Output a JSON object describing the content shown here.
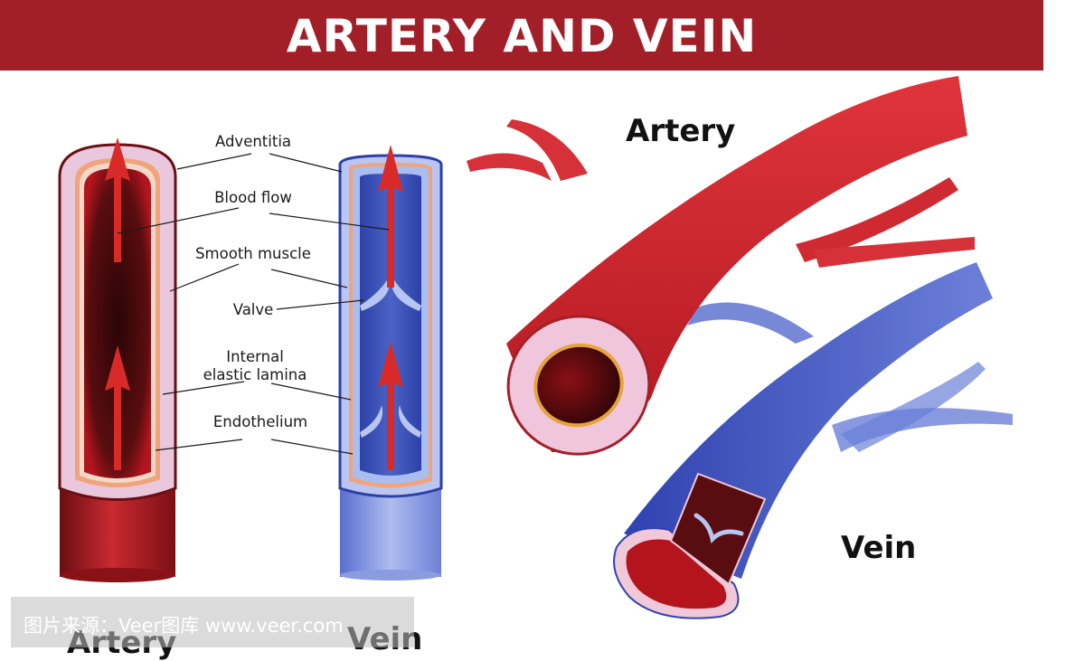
{
  "title": "ARTERY AND VEIN",
  "labels": {
    "adventitia": "Adventitia",
    "blood_flow": "Blood flow",
    "smooth_muscle": "Smooth muscle",
    "valve": "Valve",
    "internal_line1": "Internal",
    "internal_line2": "elastic lamina",
    "endothelium": "Endothelium"
  },
  "big_labels": {
    "artery_3d": "Artery",
    "vein_3d": "Vein",
    "artery_bottom": "Artery",
    "vein_bottom": "Vein"
  },
  "watermark": "图片来源：Veer图库 www.veer.com",
  "colors": {
    "banner": "#a31f28",
    "artery_red": "#c41e26",
    "artery_dark": "#3a0a0c",
    "vein_blue": "#3a4fb8",
    "vein_light": "#8fa3e6",
    "adventitia_pink": "#e9c7dd",
    "muscle_orange": "#f0a47a"
  }
}
